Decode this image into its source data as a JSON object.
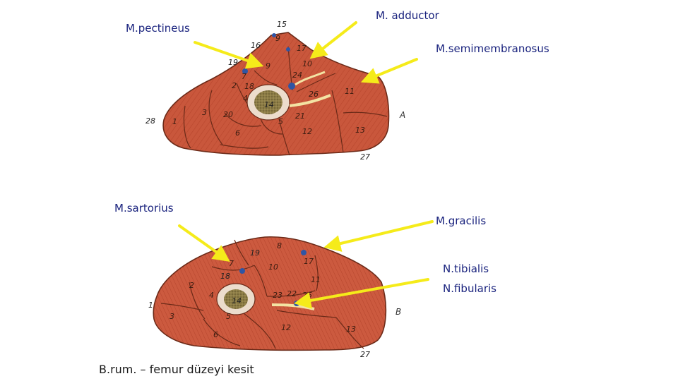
{
  "labels": {
    "pectineus": "M.pectineus",
    "adductor": "M. adductor",
    "semimembranosus": "M.semimembranosus",
    "sartorius": "M.sartorius",
    "gracilis": "M.gracilis",
    "tibialis": "N.tibialis",
    "fibularis": "N.fibularis"
  },
  "caption": "B.rum. – femur düzeyi kesit",
  "section_a": {
    "letter": "A",
    "numbers": [
      "15",
      "9",
      "16",
      "17",
      "10",
      "19",
      "9",
      "24",
      "7",
      "18",
      "2",
      "26",
      "11",
      "14",
      "4",
      "3",
      "20",
      "21",
      "28",
      "1",
      "5",
      "12",
      "6",
      "13",
      "27"
    ]
  },
  "section_b": {
    "letter": "B",
    "numbers": [
      "8",
      "19",
      "7",
      "17",
      "10",
      "18",
      "11",
      "2",
      "4",
      "14",
      "23",
      "22",
      "25",
      "1",
      "5",
      "3",
      "12",
      "6",
      "13",
      "27"
    ]
  },
  "colors": {
    "muscle": "#c8553a",
    "muscle_dark": "#a83f27",
    "bone": "#8a7a44",
    "bone_ring": "#e8d8c8",
    "arrow": "#f5eb1a",
    "vessel": "#2f55a4",
    "label_text": "#1a237e"
  }
}
